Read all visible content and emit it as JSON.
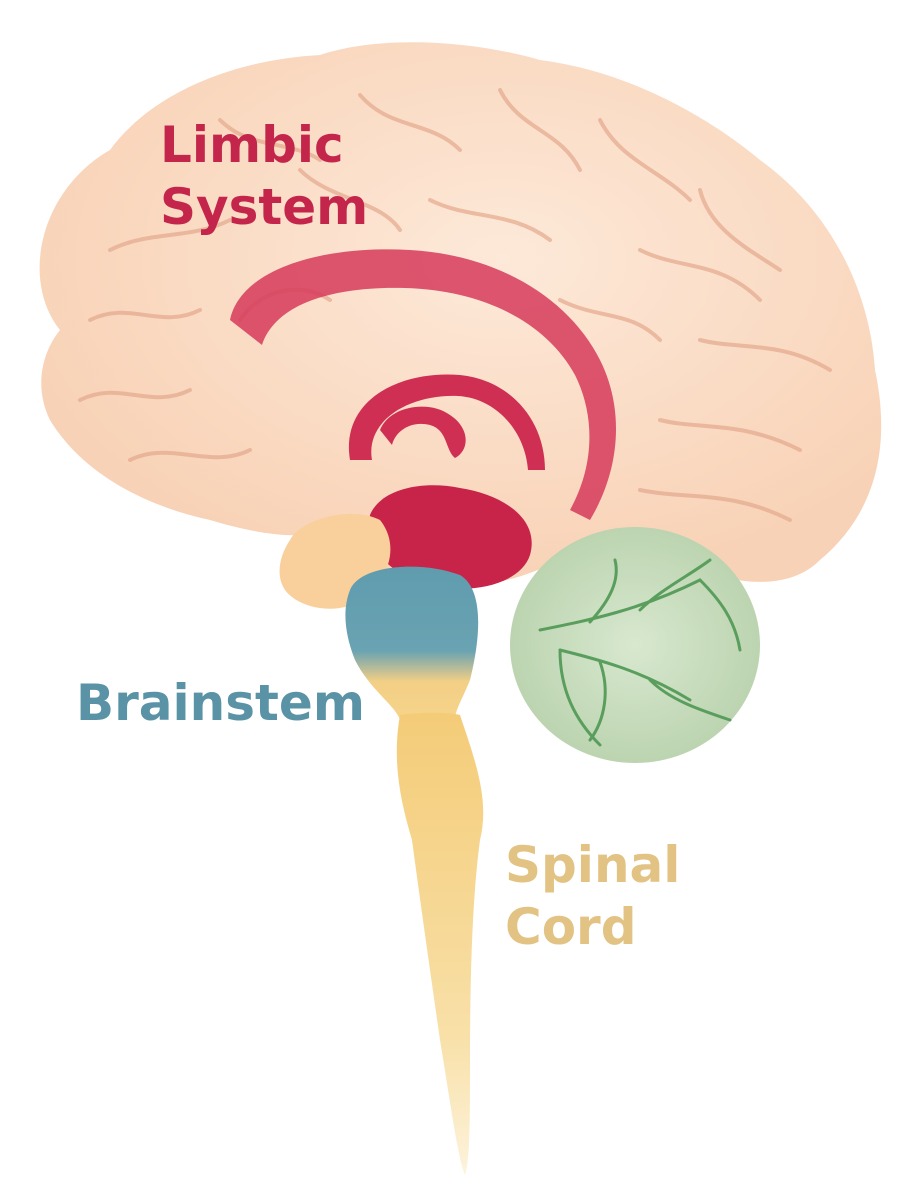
{
  "diagram": {
    "labels": {
      "limbic_system": {
        "lines": [
          "Limbic",
          "System"
        ],
        "color": "#c4264b"
      },
      "brainstem": {
        "lines": [
          "Brainstem"
        ],
        "color": "#5a93a6"
      },
      "spinal_cord": {
        "lines": [
          "Spinal",
          "Cord"
        ],
        "color": "#e2c384"
      }
    },
    "colors": {
      "cerebrum": "#fbdcc5",
      "sulci": "#e4a98d",
      "limbic": "#cf2f52",
      "brainstem": "#5f9cae",
      "spinal_cord": "#f5d07e",
      "cerebellum": "#c9dcc0",
      "cerebellum_veins": "#5a9e5e"
    }
  }
}
